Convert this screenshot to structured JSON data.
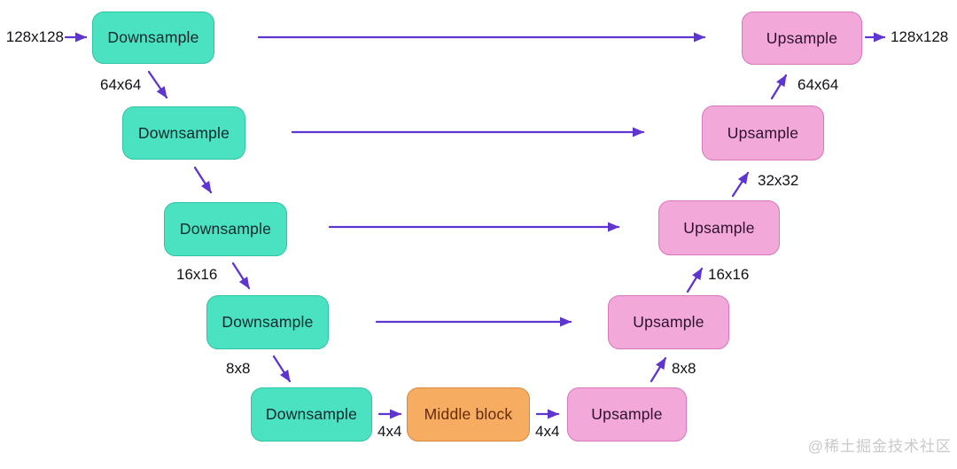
{
  "diagram_type": "U-Net encoder-decoder architecture",
  "colors": {
    "background": "#ffffff",
    "downsample_fill": "#4be2c2",
    "downsample_border": "#2fc3a6",
    "downsample_text": "#13272b",
    "upsample_fill": "#f2a8d8",
    "upsample_border": "#d877bc",
    "upsample_text": "#2d1230",
    "middle_fill": "#f6ad61",
    "middle_border": "#d9893e",
    "middle_text": "#662a0e",
    "arrow": "#5f35d2",
    "label_text": "#111118",
    "watermark_text": "#c9c9cd"
  },
  "blocks": {
    "downsample": [
      {
        "label": "Downsample"
      },
      {
        "label": "Downsample"
      },
      {
        "label": "Downsample"
      },
      {
        "label": "Downsample"
      },
      {
        "label": "Downsample"
      }
    ],
    "middle": {
      "label": "Middle block"
    },
    "upsample": [
      {
        "label": "Upsample"
      },
      {
        "label": "Upsample"
      },
      {
        "label": "Upsample"
      },
      {
        "label": "Upsample"
      },
      {
        "label": "Upsample"
      }
    ]
  },
  "size_labels": {
    "input": "128x128",
    "output": "128x128",
    "left_64": "64x64",
    "left_16": "16x16",
    "left_8": "8x8",
    "left_4": "4x4",
    "right_4": "4x4",
    "right_8": "8x8",
    "right_16": "16x16",
    "right_32": "32x32",
    "right_64": "64x64"
  },
  "watermark": "@稀土掘金技术社区"
}
